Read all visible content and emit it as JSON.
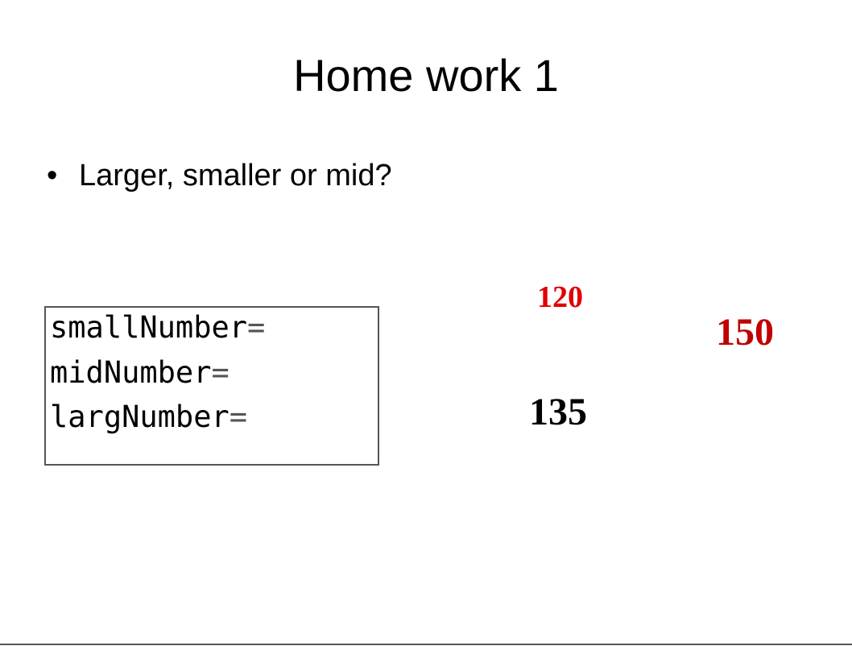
{
  "slide": {
    "title": "Home work 1",
    "bullet_symbol": "•",
    "bullet_text": "Larger, smaller or mid?"
  },
  "code_box": {
    "lines": [
      {
        "name": "smallNumber",
        "eq": "="
      },
      {
        "name": "midNumber",
        "eq": "="
      },
      {
        "name": "largNumber",
        "eq": "="
      }
    ]
  },
  "numbers": {
    "first": "120",
    "second": "150",
    "third": "135"
  },
  "colors": {
    "red_small": "#e00000",
    "red_large": "#c00000",
    "black": "#000000",
    "border": "#555555"
  }
}
